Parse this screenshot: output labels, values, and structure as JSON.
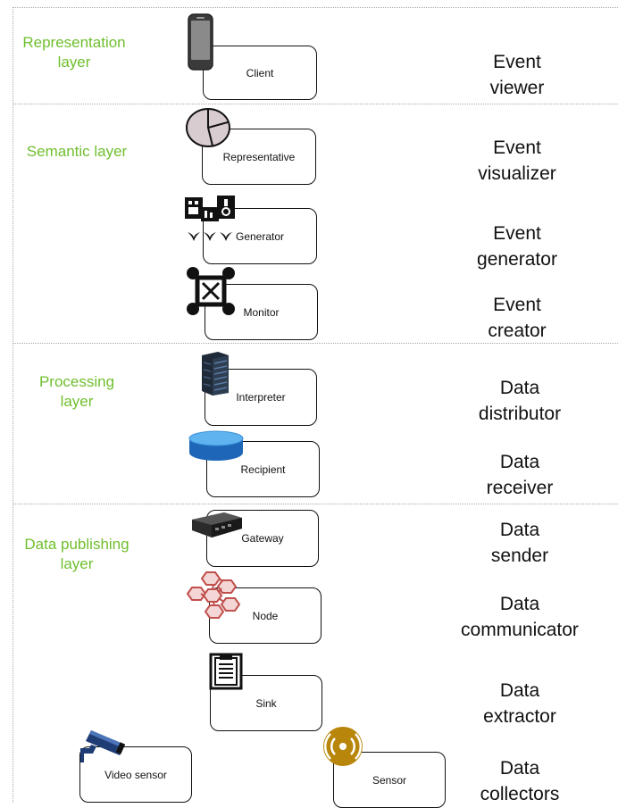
{
  "layers": [
    {
      "id": "representation",
      "label": "Representation\nlayer"
    },
    {
      "id": "semantic",
      "label": "Semantic layer"
    },
    {
      "id": "processing",
      "label": "Processing\nlayer"
    },
    {
      "id": "data_publishing",
      "label": "Data publishing\nlayer"
    }
  ],
  "components": [
    {
      "id": "client",
      "label": "Client",
      "icon": "smartphone-icon"
    },
    {
      "id": "representative",
      "label": "Representative",
      "icon": "pie-chart-icon"
    },
    {
      "id": "generator",
      "label": "Generator",
      "icon": "devices-icon"
    },
    {
      "id": "monitor",
      "label": "Monitor",
      "icon": "network-monitor-icon"
    },
    {
      "id": "interpreter",
      "label": "Interpreter",
      "icon": "server-rack-icon"
    },
    {
      "id": "recipient",
      "label": "Recipient",
      "icon": "database-icon"
    },
    {
      "id": "gateway",
      "label": "Gateway",
      "icon": "gateway-device-icon"
    },
    {
      "id": "node",
      "label": "Node",
      "icon": "network-node-icon"
    },
    {
      "id": "sink",
      "label": "Sink",
      "icon": "document-icon"
    },
    {
      "id": "video_sensor",
      "label": "Video sensor",
      "icon": "security-camera-icon"
    },
    {
      "id": "sensor",
      "label": "Sensor",
      "icon": "wireless-sensor-icon"
    }
  ],
  "roles": [
    {
      "id": "event_viewer",
      "label": "Event\nviewer"
    },
    {
      "id": "event_visualizer",
      "label": "Event\nvisualizer"
    },
    {
      "id": "event_generator",
      "label": "Event\ngenerator"
    },
    {
      "id": "event_creator",
      "label": "Event\ncreator"
    },
    {
      "id": "data_distributor",
      "label": "Data\ndistributor"
    },
    {
      "id": "data_receiver",
      "label": "Data\nreceiver"
    },
    {
      "id": "data_sender",
      "label": "Data\nsender"
    },
    {
      "id": "data_communicator",
      "label": "Data\ncommunicator"
    },
    {
      "id": "data_extractor",
      "label": "Data\nextractor"
    },
    {
      "id": "data_collectors",
      "label": "Data\ncollectors"
    }
  ],
  "colors": {
    "layer_label": "#6fbf2e",
    "node_icon": "#c0504d",
    "sensor_icon": "#b8860b",
    "pie_fill": "#d9ccd1"
  }
}
